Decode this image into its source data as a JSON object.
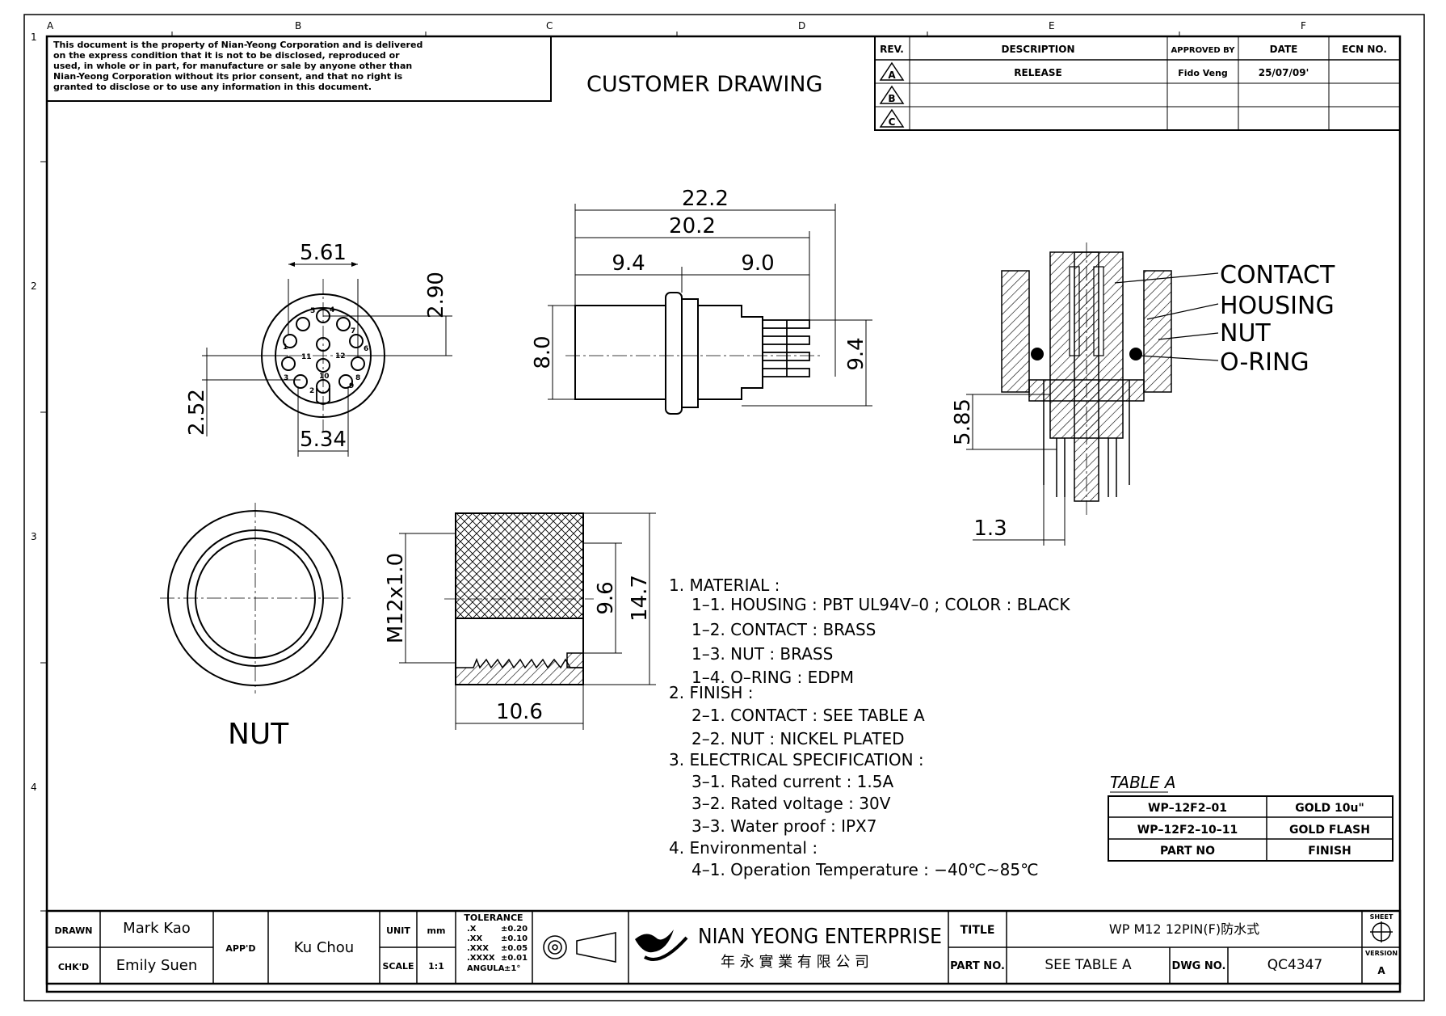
{
  "grid": {
    "columns": [
      "A",
      "B",
      "C",
      "D",
      "E",
      "F"
    ],
    "rows": [
      "1",
      "2",
      "3",
      "4"
    ]
  },
  "notice": [
    "This document is the property of Nian-Yeong Corporation and is delivered",
    "on  the  express condition that it is not to be disclosed, reproduced or",
    "used, in whole or in part, for manufacture or sale by anyone other than",
    "Nian-Yeong Corporation without  its prior consent, and that  no right  is",
    "granted to disclose or to use any information in this  document."
  ],
  "drawing_title": "CUSTOMER  DRAWING",
  "revision": {
    "headers": [
      "REV.",
      "DESCRIPTION",
      "APPROVED BY",
      "DATE",
      "ECN NO."
    ],
    "rows": [
      {
        "rev": "A",
        "description": "RELEASE",
        "approved": "Fido Veng",
        "date": "25/07/09'",
        "ecn": ""
      },
      {
        "rev": "B",
        "description": "",
        "approved": "",
        "date": "",
        "ecn": ""
      },
      {
        "rev": "C",
        "description": "",
        "approved": "",
        "date": "",
        "ecn": ""
      }
    ]
  },
  "dimensions": {
    "front_top": "5.61",
    "front_right": "2.90",
    "front_left": "2.52",
    "front_bottom": "5.34",
    "side_total": "22.2",
    "side_mid": "20.2",
    "side_left": "9.4",
    "side_right": "9.0",
    "side_height": "8.0",
    "side_pins": "9.4",
    "sect_height": "5.85",
    "sect_width": "1.3",
    "nut_thread": "M12x1.0",
    "nut_inner": "9.6",
    "nut_outer": "14.7",
    "nut_length": "10.6"
  },
  "pin_labels": [
    "1",
    "2",
    "3",
    "4",
    "5",
    "6",
    "7",
    "8",
    "9",
    "10",
    "11",
    "12"
  ],
  "callouts": [
    "CONTACT",
    "HOUSING",
    "NUT",
    "O-RING"
  ],
  "nut_label": "NUT",
  "specs": [
    "1.  MATERIAL  :",
    "1–1.  HOUSING  :  PBT  UL94V–0  ;  COLOR  :  BLACK",
    "1–2.  CONTACT  :  BRASS",
    "1–3.  NUT  :  BRASS",
    "1–4.  O–RING  :  EDPM",
    "2.  FINISH  :",
    "2–1.  CONTACT  :  SEE  TABLE  A",
    "2–2.  NUT  :  NICKEL  PLATED",
    "3.  ELECTRICAL  SPECIFICATION  :",
    "3–1.  Rated  current  :  1.5A",
    "3–2.  Rated  voltage  :  30V",
    "3–3.  Water  proof  :  IPX7",
    "4.  Environmental  :",
    "4–1.  Operation  Temperature  :  −40℃~85℃"
  ],
  "table_a": {
    "title": "TABLE A",
    "rows": [
      {
        "part": "WP–12F2–01",
        "finish": "GOLD  10u\""
      },
      {
        "part": "WP–12F2–10–11",
        "finish": "GOLD  FLASH"
      },
      {
        "part": "PART  NO",
        "finish": "FINISH"
      }
    ]
  },
  "titleblock": {
    "drawn_label": "DRAWN",
    "drawn": "Mark Kao",
    "chkd_label": "CHK'D",
    "chkd": "Emily Suen",
    "appd_label": "APP'D",
    "appd": "Ku Chou",
    "unit_label": "UNIT",
    "unit": "mm",
    "scale_label": "SCALE",
    "scale": "1:1",
    "tolerance_title": "TOLERANCE",
    "tolerance": [
      {
        "k": ".X",
        "v": "±0.20"
      },
      {
        "k": ".XX",
        "v": "±0.10"
      },
      {
        "k": ".XXX",
        "v": "±0.05"
      },
      {
        "k": ".XXXX",
        "v": "±0.01"
      },
      {
        "k": "ANGULA",
        "v": "±1°"
      }
    ],
    "company_en": "NIAN YEONG ENTERPRISE",
    "company_zh": "年 永 實 業 有 限 公 司",
    "title_label": "TITLE",
    "title": "WP  M12  12PIN(F)防水式",
    "partno_label": "PART  NO.",
    "partno": "SEE  TABLE  A",
    "dwgno_label": "DWG NO.",
    "dwgno": "QC4347",
    "sheet_label": "SHEET",
    "version_label": "VERSION",
    "version": "A"
  },
  "colors": {
    "ink": "#000000",
    "paper": "#ffffff"
  }
}
